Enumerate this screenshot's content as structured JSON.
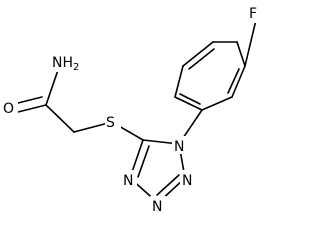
{
  "molecule": {
    "atoms": {
      "fluorine": "F",
      "amide_n": "NH",
      "amide_n_sub": "2",
      "carbonyl_o": "O",
      "sulfur": "S",
      "n1": "N",
      "n2": "N",
      "n3": "N",
      "n4": "N"
    }
  }
}
